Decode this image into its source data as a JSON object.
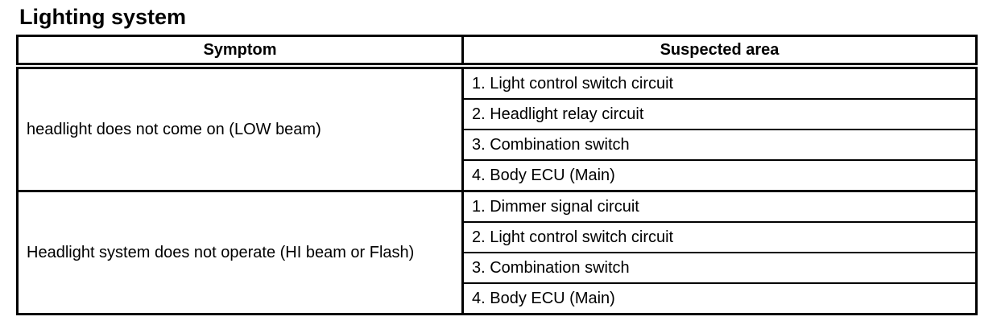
{
  "title": "Lighting system",
  "colors": {
    "background": "#ffffff",
    "text": "#000000",
    "border": "#000000"
  },
  "table": {
    "headers": [
      "Symptom",
      "Suspected area"
    ],
    "groups": [
      {
        "symptom": "headlight does not come on (LOW beam)",
        "suspected_areas": [
          "1. Light control switch circuit",
          "2. Headlight relay circuit",
          "3. Combination switch",
          "4. Body ECU (Main)"
        ]
      },
      {
        "symptom": "Headlight system does not operate (HI beam or Flash)",
        "suspected_areas": [
          "1. Dimmer signal circuit",
          "2. Light control switch circuit",
          "3. Combination switch",
          "4. Body ECU (Main)"
        ]
      }
    ]
  }
}
